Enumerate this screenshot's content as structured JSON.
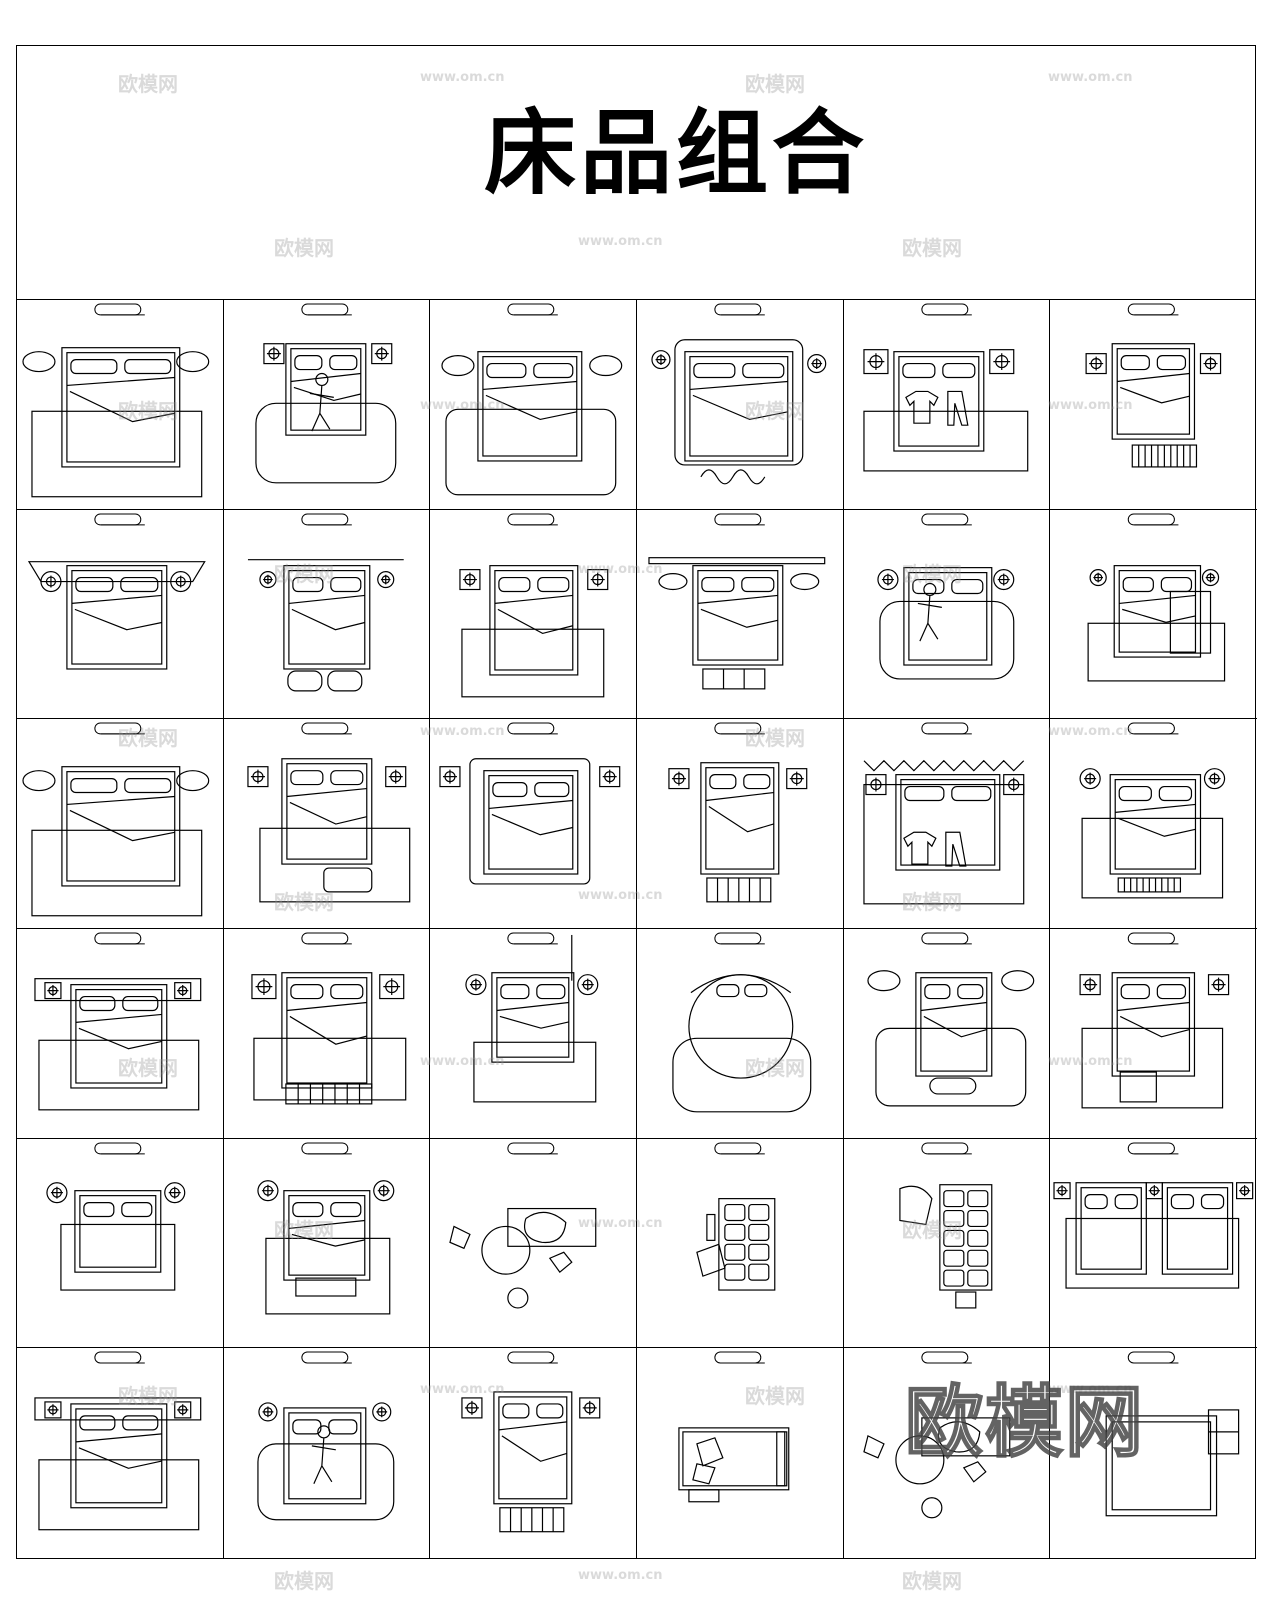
{
  "title": "床品组合",
  "grid": {
    "rows": 6,
    "cols": 6
  },
  "watermark": {
    "brand": "欧模网",
    "url": "www.om.cn",
    "color": "#9a9a9a"
  },
  "line_color": "#000000",
  "cells": [
    {
      "variant": "ovals-rug"
    },
    {
      "variant": "person-nightstand"
    },
    {
      "variant": "rug-round"
    },
    {
      "variant": "tufted-curvy"
    },
    {
      "variant": "clothes-rug"
    },
    {
      "variant": "small-cushions"
    },
    {
      "variant": "lamps-wide"
    },
    {
      "variant": "pendant-ottomans"
    },
    {
      "variant": "square-tables"
    },
    {
      "variant": "bar-headboard"
    },
    {
      "variant": "person-round"
    },
    {
      "variant": "blanket-rug"
    },
    {
      "variant": "ovals-rug"
    },
    {
      "variant": "chairs-rug"
    },
    {
      "variant": "tufted-square"
    },
    {
      "variant": "grid-mat"
    },
    {
      "variant": "zigzag-clothes"
    },
    {
      "variant": "mat-rug"
    },
    {
      "variant": "wide-headboard"
    },
    {
      "variant": "diamond-mat"
    },
    {
      "variant": "pole-rug"
    },
    {
      "variant": "round-bed"
    },
    {
      "variant": "round-tables"
    },
    {
      "variant": "square-ottoman"
    },
    {
      "variant": "simple-rug"
    },
    {
      "variant": "bench-rug"
    },
    {
      "variant": "messy-chairs"
    },
    {
      "variant": "quilt-stool"
    },
    {
      "variant": "quilt-chair"
    },
    {
      "variant": "twin-beds"
    },
    {
      "variant": "wide-headboard"
    },
    {
      "variant": "person-rug"
    },
    {
      "variant": "grid-mat"
    },
    {
      "variant": "sofa-bed"
    },
    {
      "variant": "messy-chairs"
    },
    {
      "variant": "shelf-bed"
    }
  ]
}
